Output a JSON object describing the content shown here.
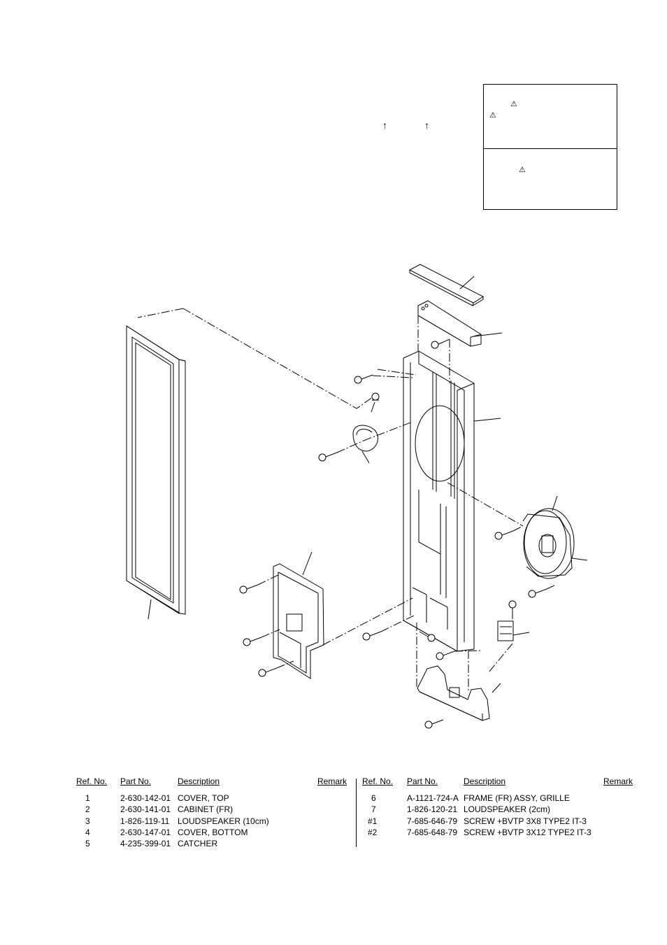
{
  "notice": {
    "warning_symbol": "⚠",
    "up_arrow": "↑"
  },
  "parts_table": {
    "headers": {
      "ref": "Ref. No.",
      "part": "Part No.",
      "desc": "Description",
      "remark": "Remark"
    },
    "left_rows": [
      {
        "ref": "1",
        "part": "2-630-142-01",
        "desc": "COVER, TOP"
      },
      {
        "ref": "2",
        "part": "2-630-141-01",
        "desc": "CABINET (FR)"
      },
      {
        "ref": "3",
        "part": "1-826-119-11",
        "desc": "LOUDSPEAKER (10cm)"
      },
      {
        "ref": "4",
        "part": "2-630-147-01",
        "desc": "COVER, BOTTOM"
      },
      {
        "ref": "5",
        "part": "4-235-399-01",
        "desc": "CATCHER"
      }
    ],
    "right_rows": [
      {
        "ref": "6",
        "part": "A-1121-724-A",
        "desc": "FRAME (FR) ASSY, GRILLE"
      },
      {
        "ref": "7",
        "part": "1-826-120-21",
        "desc": "LOUDSPEAKER (2cm)"
      },
      {
        "ref": "#1",
        "part": "7-685-646-79",
        "desc": "SCREW +BVTP 3X8 TYPE2 IT-3"
      },
      {
        "ref": "#2",
        "part": "7-685-648-79",
        "desc": "SCREW +BVTP 3X12 TYPE2 IT-3"
      }
    ]
  }
}
